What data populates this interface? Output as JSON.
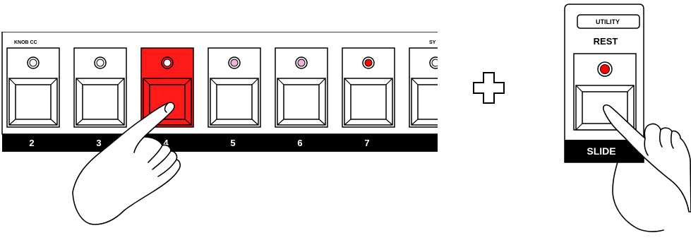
{
  "panel": {
    "section_label": "KNOB CC",
    "section_label_right": "SY",
    "buttons": [
      {
        "label": "2",
        "lit": false,
        "led": "off"
      },
      {
        "label": "3",
        "lit": false,
        "led": "off"
      },
      {
        "label": "4",
        "lit": true,
        "led": "off"
      },
      {
        "label": "5",
        "lit": false,
        "led": "pink"
      },
      {
        "label": "6",
        "lit": false,
        "led": "pink"
      },
      {
        "label": "7",
        "lit": false,
        "led": "red"
      }
    ]
  },
  "operator": "+",
  "utility_panel": {
    "header": "UTILITY",
    "button_label": "REST",
    "footer": "SLIDE",
    "led": "red"
  },
  "colors": {
    "active_pad": "#ff1a1a",
    "led_red": "#ff0000",
    "led_pink": "#f2b3d9",
    "led_off": "#ffffff",
    "strip": "#000000"
  }
}
